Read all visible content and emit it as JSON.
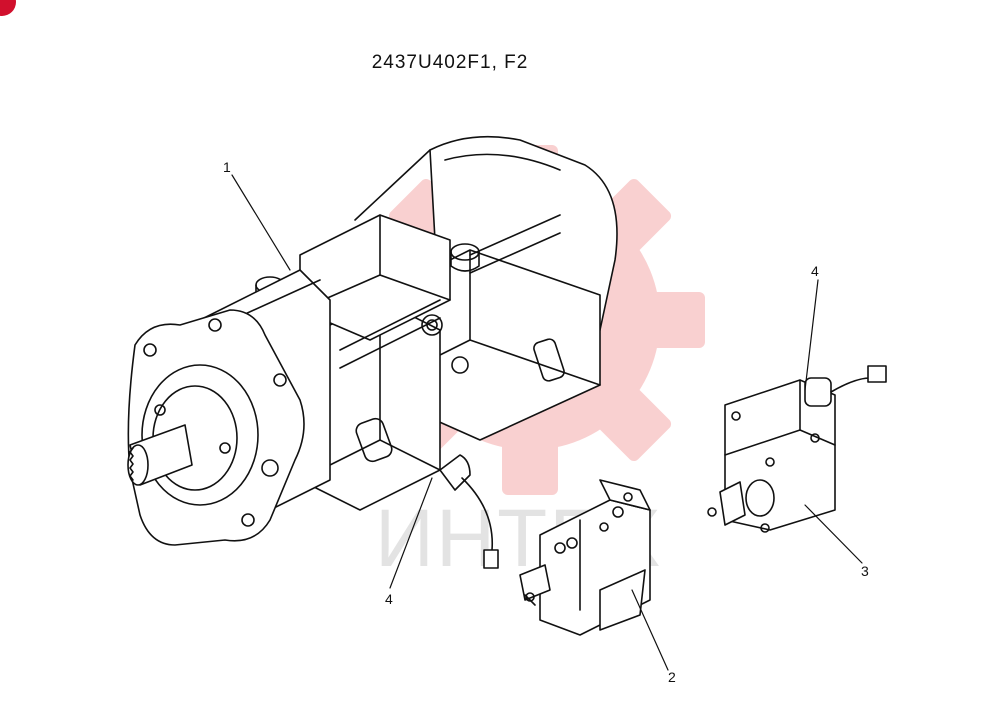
{
  "title": "2437U402F1, F2",
  "watermark": {
    "text": "ИНТЕХ",
    "gear_color": "#f8c8c8",
    "text_color": "#e3e3e3"
  },
  "callouts": {
    "c1": "1",
    "c2": "2",
    "c3": "3",
    "c4_left": "4",
    "c4_right": "4"
  },
  "colors": {
    "line": "#111111",
    "brand": "#d1102d"
  }
}
